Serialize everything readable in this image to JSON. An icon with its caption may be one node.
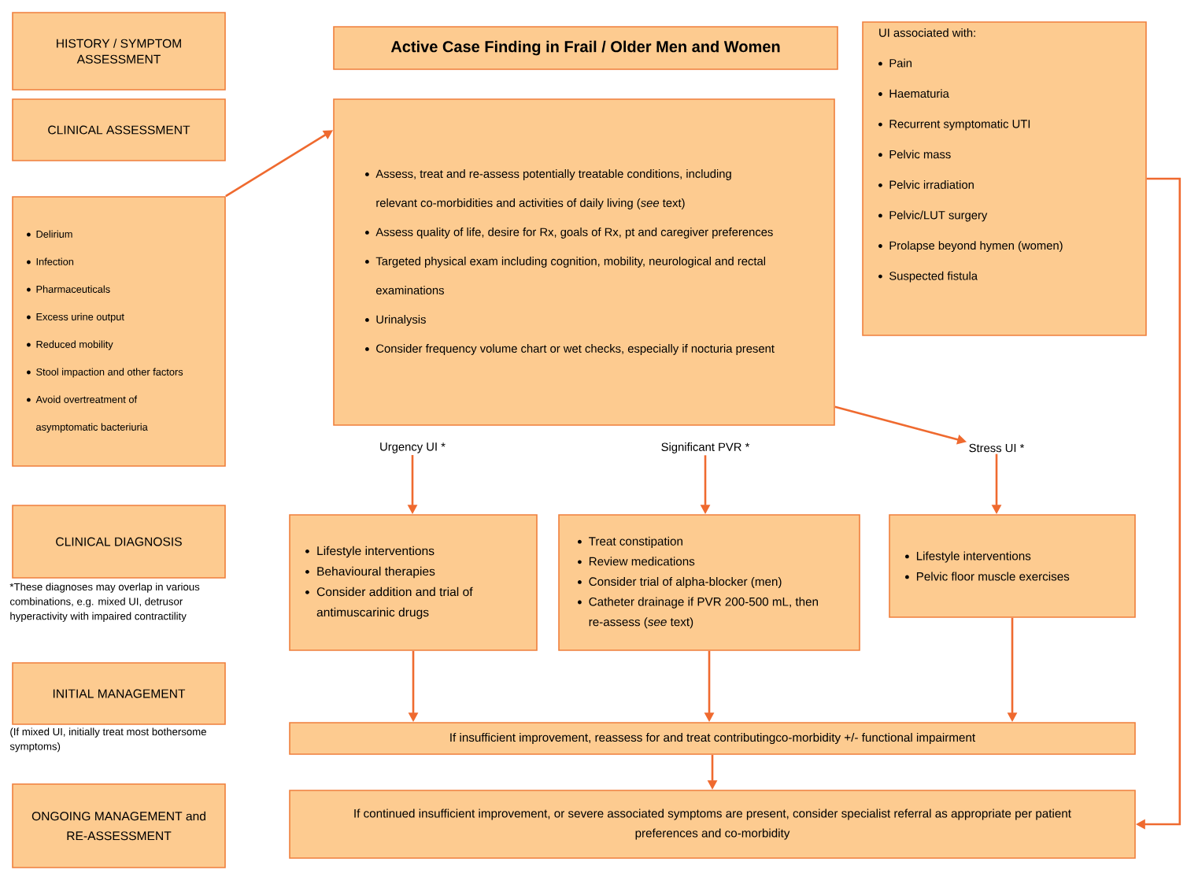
{
  "diagram": {
    "title": "Active Case Finding in Frail / Older Men and Women",
    "nodes": [
      {
        "text": [
          "HISTORY / SYMPTOM ASSESSMENT"
        ]
      },
      {
        "text": [
          "CLINICAL ASSESSMENT"
        ]
      },
      {
        "text": [
          "Delirium",
          "Infection",
          "Pharmaceuticals",
          "Excess urine output",
          "Reduced mobility",
          "Stool impaction and other factors",
          "Avoid overtreatment of asymptomatic bacteriuria"
        ]
      },
      {
        "text": [
          "Assess, treat and re-assess potentially treatable conditions, including relevant co-morbidities and activities of daily living (*see* text)",
          "Assess quality of life, desire for Rx, goals of Rx, pt and caregiver preferences",
          "Targeted physical exam including cognition, mobility, neurological and rectal examinations",
          "Urinalysis",
          "Consider frequency volume chart or wet checks, especially if nocturia present"
        ]
      },
      {
        "text": [
          "UI associated with:",
          "Pain",
          "Haematuria",
          "Recurrent symptomatic UTI",
          "Pelvic mass",
          "Pelvic irradiation",
          "Pelvic/LUT surgery",
          "Prolapse beyond hymen (women)",
          "Suspected fistula"
        ]
      },
      {
        "text": [
          "Urgency UI *"
        ]
      },
      {
        "text": [
          "Significant PVR *"
        ]
      },
      {
        "text": [
          "Stress UI *"
        ]
      },
      {
        "text": [
          "CLINICAL DIAGNOSIS"
        ],
        "beside": [
          "*These diagnoses may overlap in various combinations, e.g. mixed UI, detrusor hyperactivity with impaired contractility"
        ]
      },
      {
        "text": [
          "Lifestyle interventions",
          "Behavioural therapies",
          "Consider addition and trial of antimuscarinic drugs"
        ]
      },
      {
        "text": [
          "Treat constipation",
          "Review medications",
          "Consider trial of alpha-blocker (men)",
          "Catheter drainage if PVR 200-500 mL, then re-assess (*see* text)"
        ]
      },
      {
        "text": [
          "Lifestyle interventions",
          "Pelvic floor muscle exercises"
        ]
      },
      {
        "text": [
          "INITIAL MANAGEMENT"
        ],
        "beside": [
          "(If mixed UI, initially treat most bothersome symptoms)"
        ]
      },
      {
        "text": [
          "If insufficient improvement, reassess for and treat contributingco-morbidity +/- functional impairment"
        ]
      },
      {
        "text": [
          "ONGOING MANAGEMENT and RE-ASSESSMENT"
        ]
      },
      {
        "text": [
          "If continued insufficient improvement, or severe associated symptoms are present, consider specialist referral as appropriate per patient preferences and co-morbidity"
        ]
      }
    ],
    "edges": [
      {
        "from": 2,
        "to": 3,
        "arrow": "to"
      },
      {
        "from": 3,
        "to": 7,
        "arrow": "to"
      },
      {
        "from": 5,
        "to": 9,
        "arrow": "to"
      },
      {
        "from": 6,
        "to": 10,
        "arrow": "to"
      },
      {
        "from": 7,
        "to": 11,
        "arrow": "to"
      },
      {
        "from": 9,
        "to": 13,
        "arrow": "to"
      },
      {
        "from": 10,
        "to": 13,
        "arrow": "to"
      },
      {
        "from": 11,
        "to": 13,
        "arrow": "to"
      },
      {
        "from": 13,
        "to": 15,
        "arrow": "to"
      },
      {
        "from": 4,
        "to": 15,
        "arrow": "to"
      }
    ]
  }
}
